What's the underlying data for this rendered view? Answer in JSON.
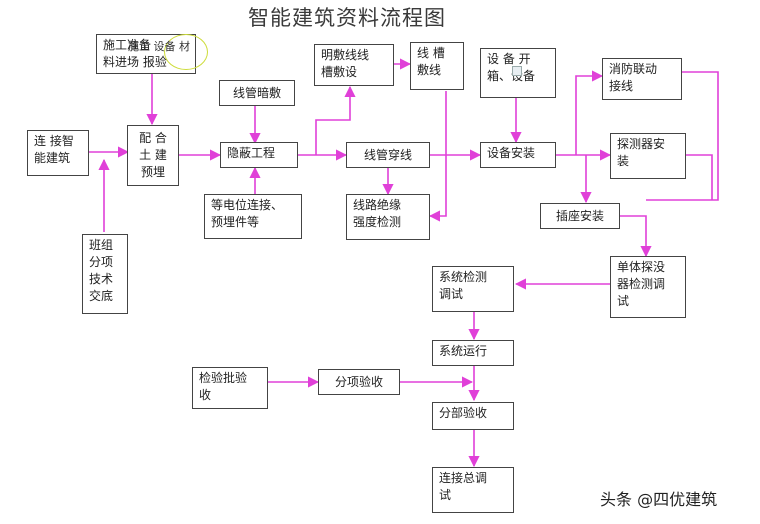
{
  "title": "智能建筑资料流程图",
  "nodes": {
    "lianjie_zhinengjianzhu": "连 接智\n能建筑",
    "shigong_cailiao": "施工准备\n料进场 报验",
    "peihe_tujian": "配 合\n土 建\n预埋",
    "banzu": "班组\n分项\n技术\n交底",
    "xianguan_ansan": "线管暗敷",
    "yincang_gongcheng": "隐蔽工程",
    "dengdianwei": "等电位连接、\n预埋件等",
    "mingfu_xiancao": "明敷线线\n槽敷设",
    "xiancao_fuxian": "线 槽\n敷线",
    "xianguan_chuanxian": "线管穿线",
    "xianlu_jueyuan": "线路绝缘\n强度检测",
    "shebei_kaixiang": "设 备 开\n箱、设备",
    "shebei_anzhuang": "设备安装",
    "xiaofang_liandong": "消防联动\n接线",
    "tanceqi_anzhuang": "探测器安\n装",
    "chazuo_anzhuang": "插座安装",
    "danti_tance": "单体探没\n器检测调\n试",
    "xitong_jiance": "系统检测\n调试",
    "xitong_yunxing": "系统运行",
    "jianyanpi": "检验批验\n收",
    "fenxiang_yanshou": "分项验收",
    "fenbu_yanshou": "分部验收",
    "lianjie_zongtiaoshi": "连接总调\n试"
  },
  "overlay_text": "施工 设备 材",
  "watermark": "头条 @四优建筑",
  "colors": {
    "arrow": "#e040d8",
    "border": "#444444",
    "highlight": "#cddc39"
  }
}
